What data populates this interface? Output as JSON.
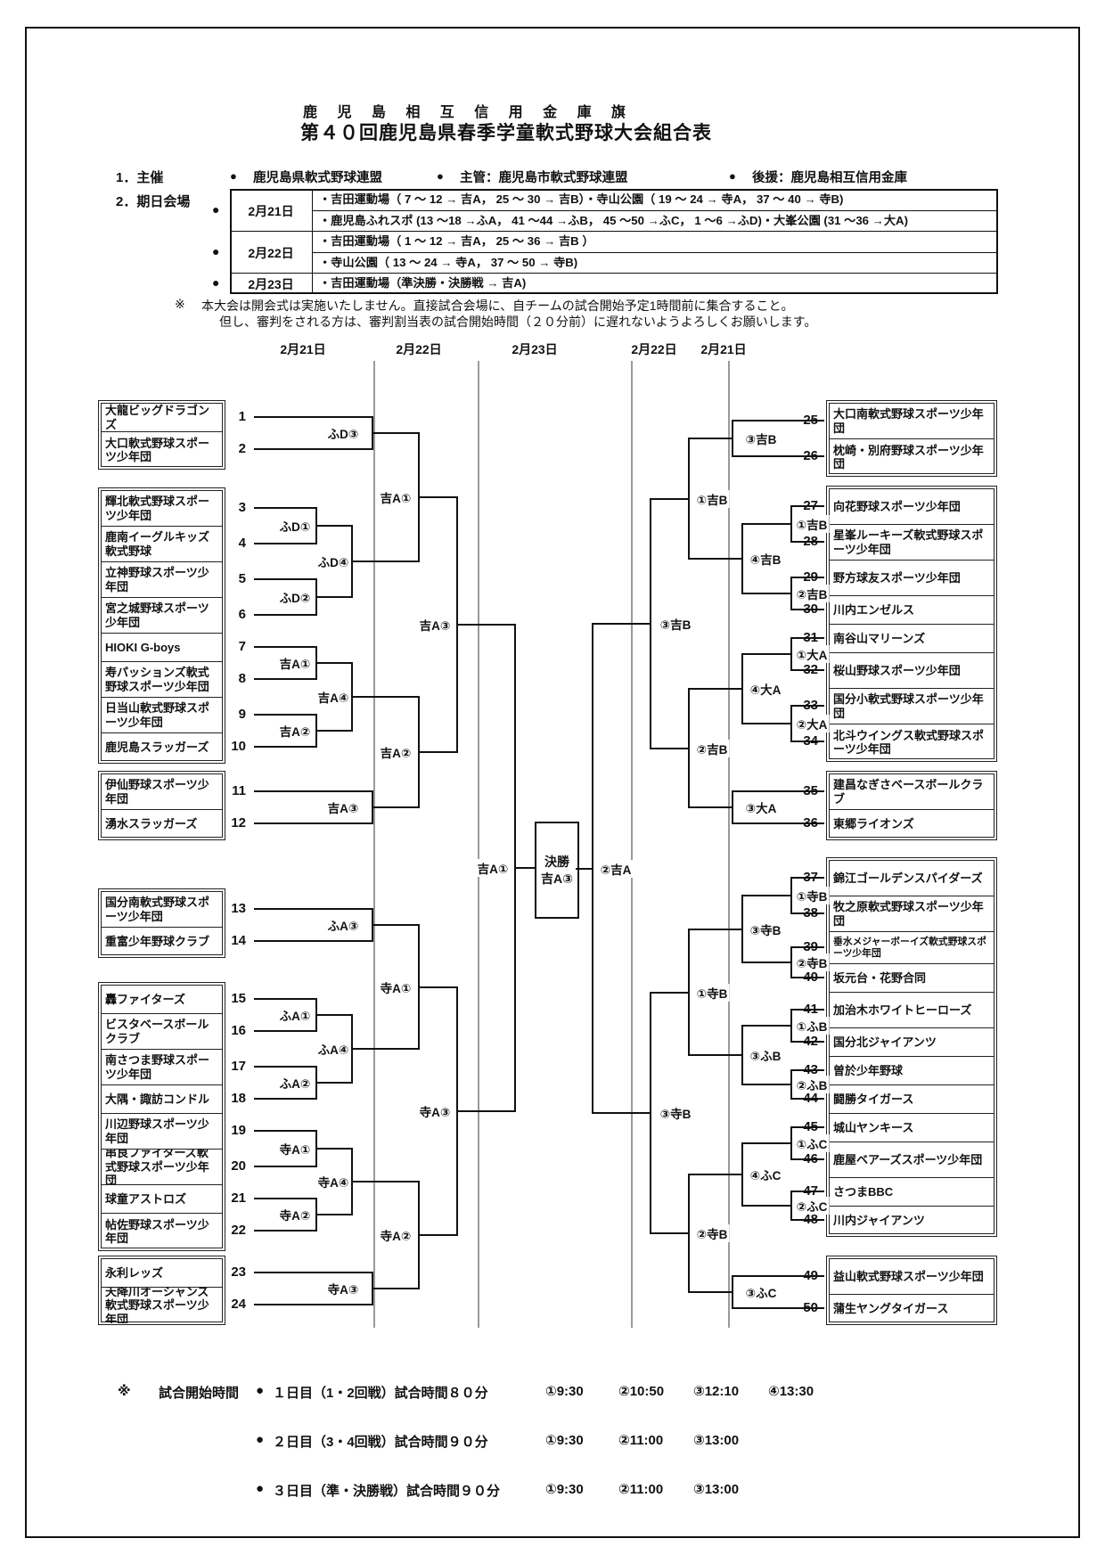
{
  "title": {
    "line1": "鹿 児 島 相 互 信 用 金 庫 旗",
    "line2": "第４０回鹿児島県春季学童軟式野球大会組合表"
  },
  "organizers": {
    "item_label": "1．主催",
    "entries": [
      {
        "bullet": "●",
        "text": "鹿児島県軟式野球連盟"
      },
      {
        "bullet": "●",
        "text": "主管：鹿児島市軟式野球連盟"
      },
      {
        "bullet": "●",
        "text": "後援：鹿児島相互信用金庫"
      }
    ]
  },
  "schedule": {
    "item_label": "2．期日会場",
    "bullet": "●",
    "rows": [
      {
        "date": "2月21日",
        "lines": [
          "・吉田運動場（ 7 ～ 12 → 吉A， 25 ～ 30 → 吉B）・寺山公園（ 19 ～ 24 → 寺A， 37 ～ 40 → 寺B)",
          "・鹿児島ふれスポ (13 ～18 →ふA， 41 ～44 →ふB， 45 ～50 →ふC， 1 ～6 →ふD)・大峯公園 (31 ～36 →大A)"
        ]
      },
      {
        "date": "2月22日",
        "lines": [
          "・吉田運動場（ 1 ～ 12 → 吉A， 25 ～ 36 → 吉B ）",
          "・寺山公園（ 13 ～ 24 → 寺A， 37 ～ 50 → 寺B)"
        ]
      },
      {
        "date": "2月23日",
        "lines": [
          "・吉田運動場（準決勝・決勝戦 → 吉A)"
        ]
      }
    ]
  },
  "notes": {
    "marker": "※",
    "lines": [
      "本大会は開会式は実施いたしません。直接試合会場に、自チームの試合開始予定1時間前に集合すること。",
      "但し、審判をされる方は、審判割当表の試合開始時間（２０分前）に遅れないようよろしくお願いします。"
    ]
  },
  "column_dates": [
    "2月21日",
    "2月22日",
    "2月23日",
    "2月22日",
    "2月21日"
  ],
  "final": {
    "line1": "決勝",
    "line2": "吉A③"
  },
  "teams": [
    {
      "no": "1",
      "name": "大龍ビッグドラゴンズ"
    },
    {
      "no": "2",
      "name": "大口軟式野球スポーツ少年団"
    },
    {
      "no": "3",
      "name": "輝北軟式野球スポーツ少年団"
    },
    {
      "no": "4",
      "name": "鹿南イーグルキッズ軟式野球"
    },
    {
      "no": "5",
      "name": "立神野球スポーツ少年団"
    },
    {
      "no": "6",
      "name": "宮之城野球スポーツ少年団"
    },
    {
      "no": "7",
      "name": "HIOKI G-boys"
    },
    {
      "no": "8",
      "name": "寿パッションズ軟式野球スポーツ少年団"
    },
    {
      "no": "9",
      "name": "日当山軟式野球スポーツ少年団"
    },
    {
      "no": "10",
      "name": "鹿児島スラッガーズ"
    },
    {
      "no": "11",
      "name": "伊仙野球スポーツ少年団"
    },
    {
      "no": "12",
      "name": "湧水スラッガーズ"
    },
    {
      "no": "13",
      "name": "国分南軟式野球スポーツ少年団"
    },
    {
      "no": "14",
      "name": "重富少年野球クラブ"
    },
    {
      "no": "15",
      "name": "轟ファイターズ"
    },
    {
      "no": "16",
      "name": "ビスタベースボールクラブ"
    },
    {
      "no": "17",
      "name": "南さつま野球スポーツ少年団"
    },
    {
      "no": "18",
      "name": "大隅・諏訪コンドル"
    },
    {
      "no": "19",
      "name": "川辺野球スポーツ少年団"
    },
    {
      "no": "20",
      "name": "串良ファイターズ軟式野球スポーツ少年団"
    },
    {
      "no": "21",
      "name": "球童アストロズ"
    },
    {
      "no": "22",
      "name": "帖佐野球スポーツ少年団"
    },
    {
      "no": "23",
      "name": "永利レッズ"
    },
    {
      "no": "24",
      "name": "天降川オーシャンズ軟式野球スポーツ少年団"
    },
    {
      "no": "25",
      "name": "大口南軟式野球スポーツ少年団"
    },
    {
      "no": "26",
      "name": "枕崎・別府野球スポーツ少年団"
    },
    {
      "no": "27",
      "name": "向花野球スポーツ少年団"
    },
    {
      "no": "28",
      "name": "星峯ルーキーズ軟式野球スポーツ少年団"
    },
    {
      "no": "29",
      "name": "野方球友スポーツ少年団"
    },
    {
      "no": "30",
      "name": "川内エンゼルス"
    },
    {
      "no": "31",
      "name": "南谷山マリーンズ"
    },
    {
      "no": "32",
      "name": "桜山野球スポーツ少年団"
    },
    {
      "no": "33",
      "name": "国分小軟式野球スポーツ少年団"
    },
    {
      "no": "34",
      "name": "北斗ウイングス軟式野球スポーツ少年団"
    },
    {
      "no": "35",
      "name": "建昌なぎさベースボールクラブ"
    },
    {
      "no": "36",
      "name": "東郷ライオンズ"
    },
    {
      "no": "37",
      "name": "錦江ゴールデンスパイダーズ"
    },
    {
      "no": "38",
      "name": "牧之原軟式野球スポーツ少年団"
    },
    {
      "no": "39",
      "name": "垂水メジャーボーイズ軟式野球スポーツ少年団"
    },
    {
      "no": "40",
      "name": "坂元台・花野合同"
    },
    {
      "no": "41",
      "name": "加治木ホワイトヒーローズ"
    },
    {
      "no": "42",
      "name": "国分北ジャイアンツ"
    },
    {
      "no": "43",
      "name": "曽於少年野球"
    },
    {
      "no": "44",
      "name": "闘勝タイガース"
    },
    {
      "no": "45",
      "name": "城山ヤンキース"
    },
    {
      "no": "46",
      "name": "鹿屋ベアーズスポーツ少年団"
    },
    {
      "no": "47",
      "name": "さつまBBC"
    },
    {
      "no": "48",
      "name": "川内ジャイアンツ"
    },
    {
      "no": "49",
      "name": "益山軟式野球スポーツ少年団"
    },
    {
      "no": "50",
      "name": "蒲生ヤングタイガース"
    }
  ],
  "match_labels": {
    "l_p12": "ふD③",
    "l_p34": "ふD①",
    "l_p56": "ふD②",
    "l_d4": "ふD④",
    "l_p78": "吉A①",
    "l_p910": "吉A②",
    "l_k4": "吉A④",
    "l_p1112": "吉A③",
    "l_r3_1": "吉A①",
    "l_r3_2": "吉A②",
    "l_r4_top": "吉A③",
    "l_p1314": "ふA③",
    "l_p1516": "ふA①",
    "l_p1718": "ふA②",
    "l_fa4": "ふA④",
    "l_p1920": "寺A①",
    "l_p2122": "寺A②",
    "l_ta4": "寺A④",
    "l_p2324": "寺A③",
    "l_r3_3": "寺A①",
    "l_r3_4": "寺A②",
    "l_r4_bot": "寺A③",
    "l_sf": "吉A①",
    "r_sf": "②吉A",
    "r_r4_top": "③吉B",
    "r_r4_bot": "③寺B",
    "r_r3_1": "①吉B",
    "r_r3_2": "②吉B",
    "r_r3_3": "①寺B",
    "r_r3_4": "②寺B",
    "r_kb4": "④吉B",
    "r_da4": "④大A",
    "r_tb3": "③寺B",
    "r_fb3": "③ふB",
    "r_fc4": "④ふC",
    "r_p2526": "③吉B",
    "r_p3536": "③大A",
    "r_p4950": "③ふC",
    "r_p2728": "①吉B",
    "r_p2930": "②吉B",
    "r_p3132": "①大A",
    "r_p3334": "②大A",
    "r_p3738": "①寺B",
    "r_p3940": "②寺B",
    "r_p4142": "①ふB",
    "r_p4344": "②ふB",
    "r_p4546": "①ふC",
    "r_p4748": "②ふC"
  },
  "footer": {
    "marker": "※",
    "heading": "試合開始時間",
    "rows": [
      {
        "bullet": "●",
        "text": "１日目（1・2回戦）試合時間８０分",
        "times": [
          "①9:30",
          "②10:50",
          "③12:10",
          "④13:30"
        ]
      },
      {
        "bullet": "●",
        "text": "２日目（3・4回戦）試合時間９０分",
        "times": [
          "①9:30",
          "②11:00",
          "③13:00"
        ]
      },
      {
        "bullet": "●",
        "text": "３日目（準・決勝戦）試合時間９０分",
        "times": [
          "①9:30",
          "②11:00",
          "③13:00"
        ]
      }
    ]
  }
}
